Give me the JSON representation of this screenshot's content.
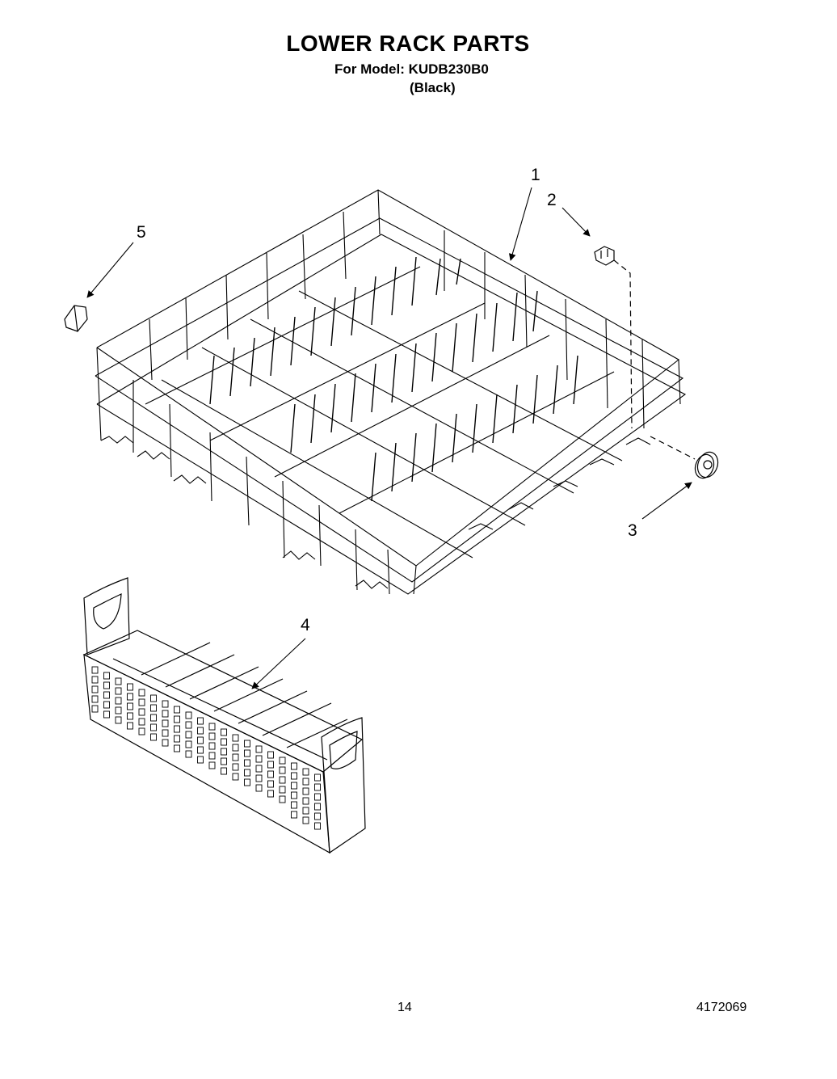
{
  "header": {
    "title": "LOWER RACK PARTS",
    "model_line": "For Model: KUDB230B0",
    "color_line": "(Black)"
  },
  "callouts": [
    "1",
    "2",
    "3",
    "4",
    "5"
  ],
  "footer": {
    "page_number": "14",
    "doc_number": "4172069"
  }
}
